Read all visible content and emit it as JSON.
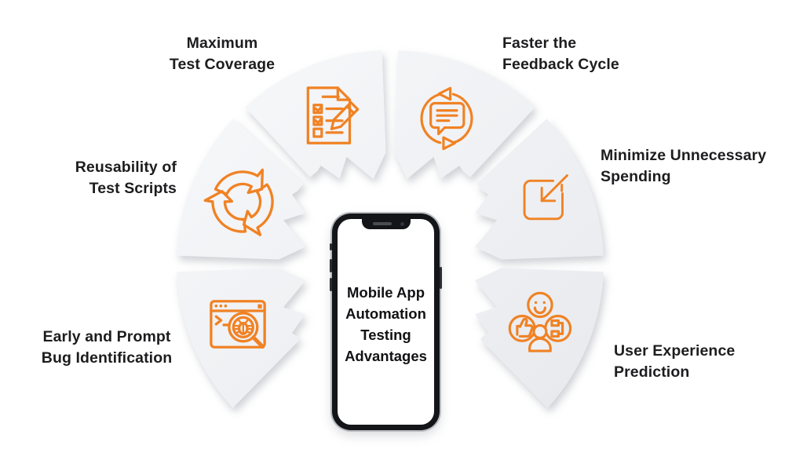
{
  "title": "Mobile App Automation Testing Advantages",
  "accent_color": "#F08224",
  "text_color": "#1d1d1f",
  "phone": {
    "screen_lines": [
      "Mobile App",
      "Automation",
      "Testing",
      "Advantages"
    ]
  },
  "segments": [
    {
      "id": "maximum-test-coverage",
      "icon": "checklist-pencil-icon",
      "label_lines": [
        "Maximum",
        "Test Coverage"
      ]
    },
    {
      "id": "faster-feedback-cycle",
      "icon": "chat-refresh-icon",
      "label_lines": [
        "Faster the",
        "Feedback Cycle"
      ]
    },
    {
      "id": "reusability-of-test-scripts",
      "icon": "recycle-arrows-icon",
      "label_lines": [
        "Reusability of",
        "Test Scripts"
      ]
    },
    {
      "id": "minimize-unnecessary-spending",
      "icon": "import-arrow-icon",
      "label_lines": [
        "Minimize Unnecessary",
        "Spending"
      ]
    },
    {
      "id": "early-prompt-bug-identification",
      "icon": "browser-bug-magnifier-icon",
      "label_lines": [
        "Early and Prompt",
        "Bug Identification"
      ]
    },
    {
      "id": "user-experience-prediction",
      "icon": "user-smiley-icon",
      "label_lines": [
        "User Experience",
        "Prediction"
      ]
    }
  ]
}
